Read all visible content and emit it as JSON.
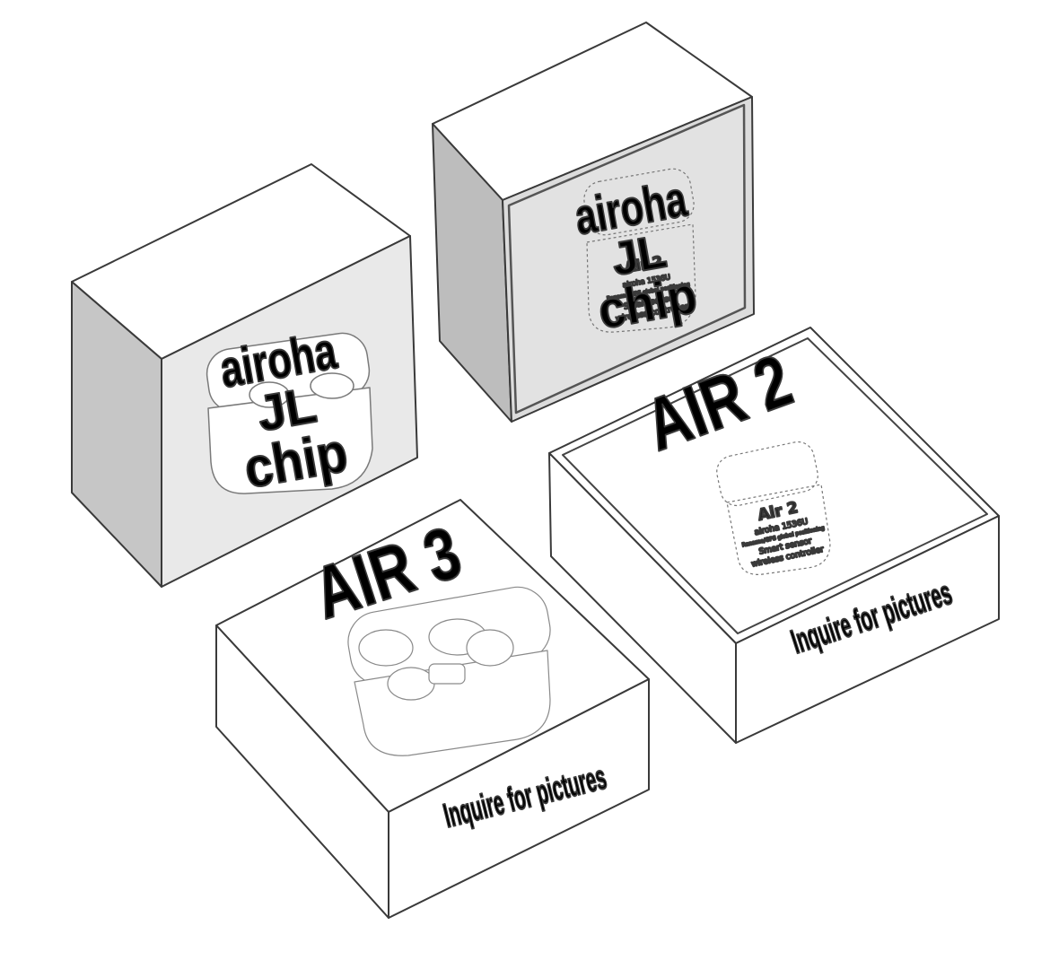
{
  "boxes": {
    "back_left": {
      "front_label_lines": [
        "airoha",
        "JL",
        "chip"
      ]
    },
    "back_right": {
      "front_label_lines": [
        "airoha",
        "JL",
        "chip"
      ],
      "underlay_title": "Air 2",
      "underlay_lines": [
        "airoha 1536U",
        "Rename/GPS global positioning",
        "Smart sensor",
        "wireless controller"
      ]
    },
    "front_right": {
      "lid_title": "AIR 2",
      "lid_product_name": "Air 2",
      "lid_product_lines": [
        "airoha 1536U",
        "Rename/GPS global positioning",
        "Smart sensor",
        "wireless controller"
      ],
      "side_text": "Inquire for pictures"
    },
    "front_left": {
      "lid_title": "AIR 3",
      "side_text": "Inquire for pictures"
    }
  }
}
